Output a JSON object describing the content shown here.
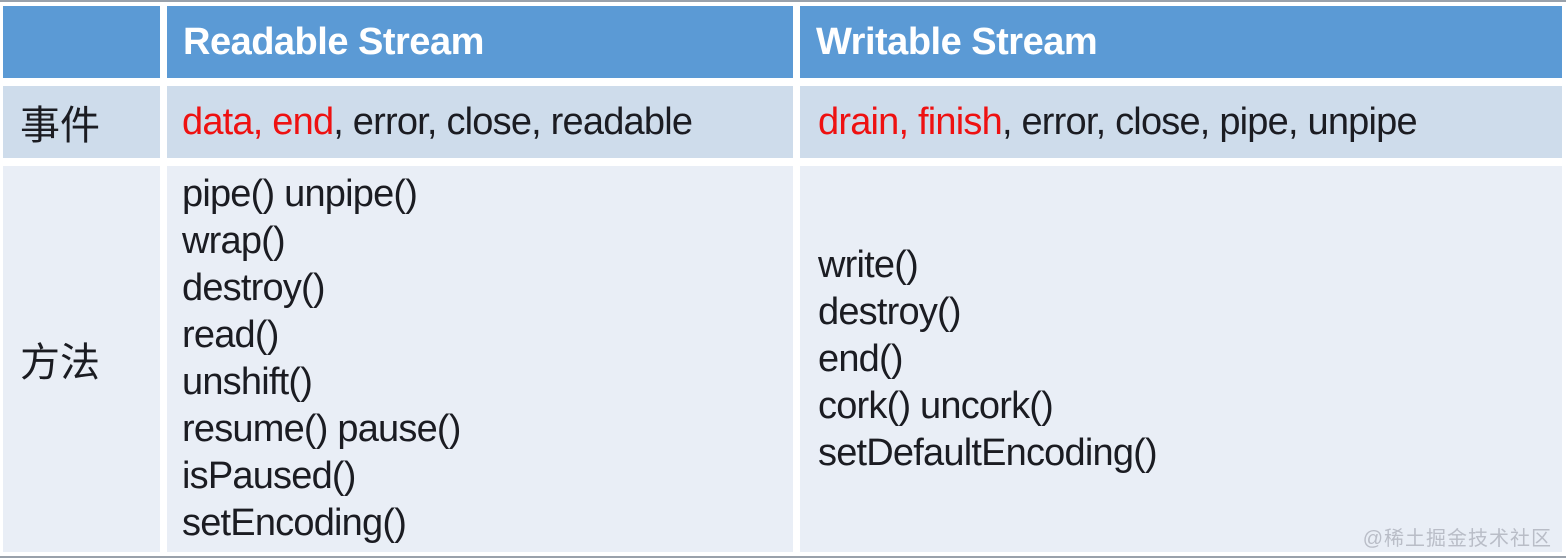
{
  "table": {
    "header": {
      "corner": "",
      "readable": "Readable Stream",
      "writable": "Writable Stream"
    },
    "rows": {
      "events": {
        "label": "事件",
        "readable": {
          "highlight": "data, end",
          "rest": ", error, close, readable"
        },
        "writable": {
          "highlight": "drain, finish",
          "rest": ", error, close, pipe, unpipe"
        }
      },
      "methods": {
        "label": "方法",
        "readable": [
          "pipe() unpipe()",
          "wrap()",
          "destroy()",
          "read()",
          "unshift()",
          "resume() pause()",
          "isPaused()",
          "setEncoding()"
        ],
        "writable": [
          "write()",
          "destroy()",
          "end()",
          "cork() uncork()",
          "setDefaultEncoding()"
        ]
      }
    }
  },
  "watermark": "@稀土掘金技术社区",
  "colors": {
    "header_bg": "#5B9AD5",
    "header_text": "#FFFFFF",
    "row_events_bg": "#CEDCEB",
    "row_methods_bg": "#E9EEF6",
    "highlight_red": "#EE1111",
    "body_text": "#1B1C22",
    "watermark_text": "#B9BDC7",
    "edge_line": "#99A1AB"
  }
}
